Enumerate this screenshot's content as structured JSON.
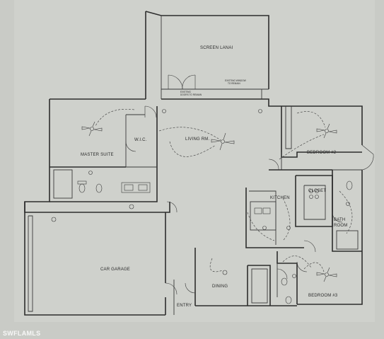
{
  "rooms": {
    "screen_lanai": "SCREEN LANAI",
    "living_rm": "LIVING RM.",
    "master_suite": "MASTER SUITE",
    "wic": "W.I.C.",
    "bedroom_2": "BEDROOM #2",
    "kitchen": "KITCHEN",
    "closet": "CLOSET",
    "bath_room_1": "BATH",
    "bath_room_2": "ROOM",
    "car_garage": "CAR GARAGE",
    "dining": "DINING",
    "entry": "ENTRY",
    "bedroom_3": "BEDROOM #3"
  },
  "notes": {
    "existing_window_1": "EXISTING WINDOW",
    "existing_window_2": "TO REMAIN",
    "existing_doors_1": "EXISTING",
    "existing_doors_2": "DOORS TO REMAIN"
  },
  "watermark": "SWFLAMLS"
}
